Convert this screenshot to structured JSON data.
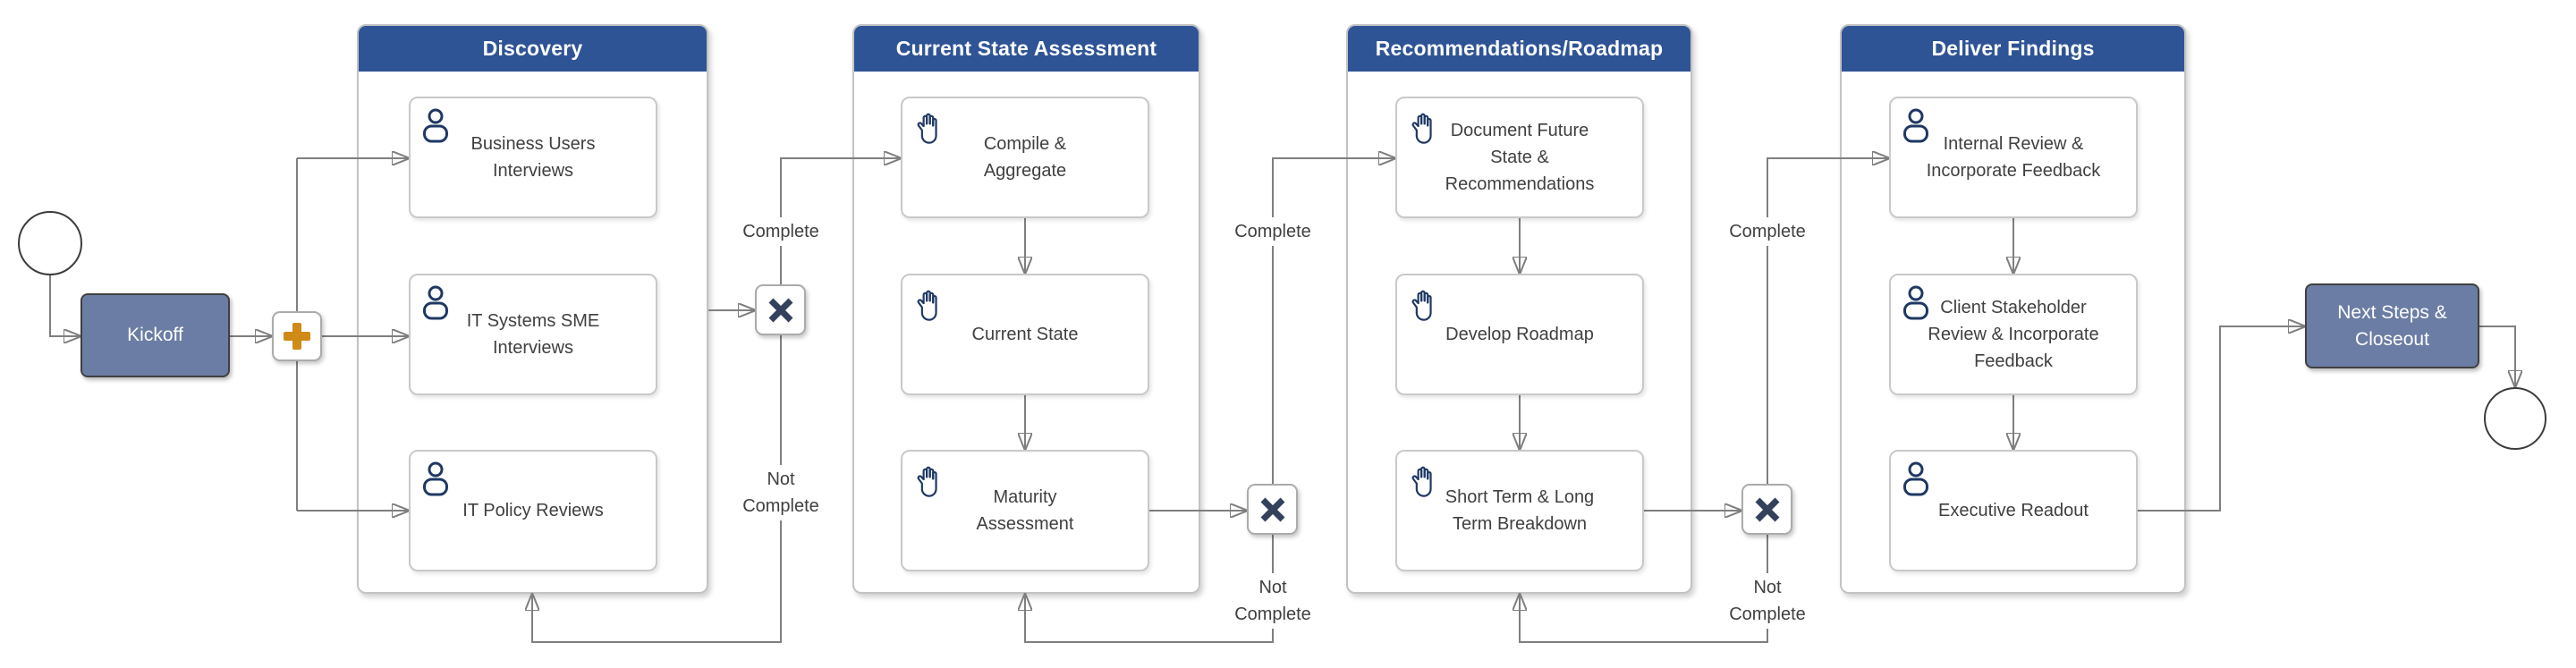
{
  "diagram_type": "process-flow-bpmn",
  "colors": {
    "lane_header_blue": "#2F5496",
    "milestone_fill": "#6B7DA4",
    "milestone_border": "#404040",
    "gateway_x_navy": "#33415C",
    "gateway_plus_orange": "#D08A18",
    "connector_gray": "#7F7F7F",
    "icon_navy": "#1F3864",
    "task_text": "#404040",
    "box_border": "#C9C9C9"
  },
  "start_event": {
    "name": "start"
  },
  "kickoff": {
    "label": "Kickoff"
  },
  "parallel_gateway": {
    "icon": "plus-gateway-icon"
  },
  "gateways": [
    {
      "icon": "x-gateway-icon",
      "complete_label": "Complete",
      "not_complete_label": "Not\nComplete"
    },
    {
      "icon": "x-gateway-icon",
      "complete_label": "Complete",
      "not_complete_label": "Not\nComplete"
    },
    {
      "icon": "x-gateway-icon",
      "complete_label": "Complete",
      "not_complete_label": "Not\nComplete"
    }
  ],
  "lanes": [
    {
      "title": "Discovery",
      "tasks": [
        {
          "icon": "person-icon",
          "label": "Business Users\nInterviews"
        },
        {
          "icon": "person-icon",
          "label": "IT Systems SME\nInterviews"
        },
        {
          "icon": "person-icon",
          "label": "IT Policy Reviews"
        }
      ]
    },
    {
      "title": "Current State Assessment",
      "tasks": [
        {
          "icon": "hand-icon",
          "label": "Compile &\nAggregate"
        },
        {
          "icon": "hand-icon",
          "label": "Current State"
        },
        {
          "icon": "hand-icon",
          "label": "Maturity\nAssessment"
        }
      ]
    },
    {
      "title": "Recommendations/Roadmap",
      "tasks": [
        {
          "icon": "hand-icon",
          "label": "Document Future\nState &\nRecommendations"
        },
        {
          "icon": "hand-icon",
          "label": "Develop Roadmap"
        },
        {
          "icon": "hand-icon",
          "label": "Short Term & Long\nTerm Breakdown"
        }
      ]
    },
    {
      "title": "Deliver Findings",
      "tasks": [
        {
          "icon": "person-icon",
          "label": "Internal Review &\nIncorporate Feedback"
        },
        {
          "icon": "person-icon",
          "label": "Client Stakeholder\nReview & Incorporate\nFeedback"
        },
        {
          "icon": "person-icon",
          "label": "Executive Readout"
        }
      ]
    }
  ],
  "next_steps": {
    "label": "Next Steps &\nCloseout"
  },
  "end_event": {
    "name": "end"
  }
}
